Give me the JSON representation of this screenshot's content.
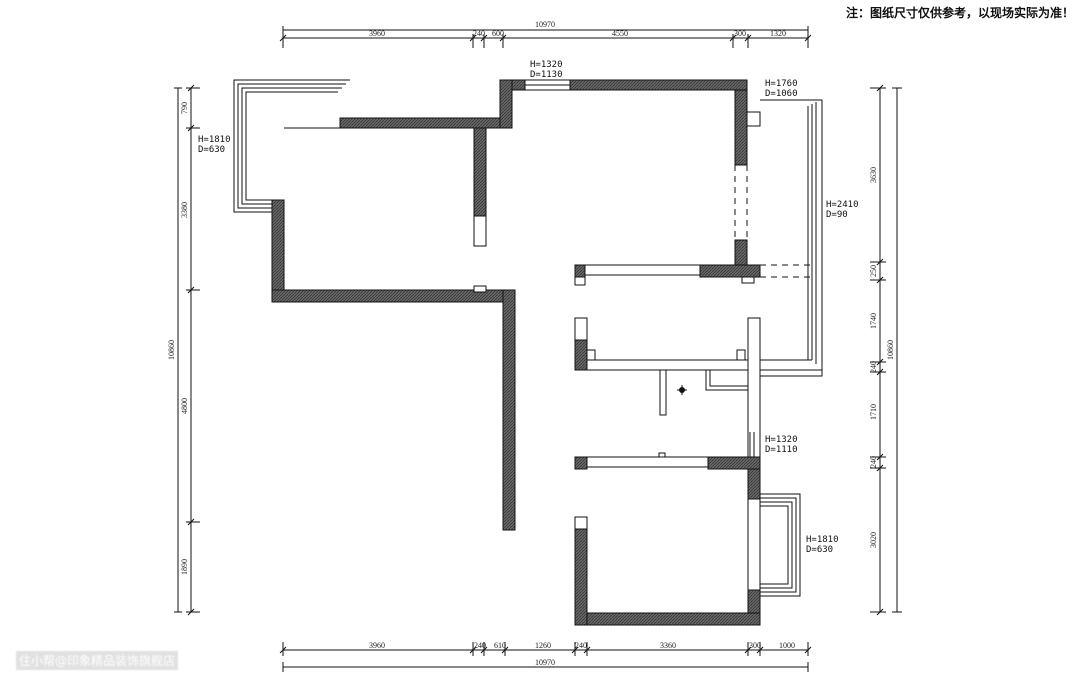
{
  "note": "注：图纸尺寸仅供参考，以现场实际为准！",
  "watermark": "住小帮@印象精品装饰旗舰店",
  "colors": {
    "wall": "#555555",
    "line": "#111111"
  },
  "dimensions": {
    "top_total": "10970",
    "top_segments": [
      "3960",
      "240",
      "600",
      "4550",
      "300",
      "1320"
    ],
    "bottom_segments": [
      "3960",
      "240",
      "610",
      "1260",
      "240",
      "3360",
      "300",
      "1000"
    ],
    "bottom_total": "10970",
    "left_total": "10860",
    "left_segments": [
      "790",
      "3380",
      "4800",
      "1890"
    ],
    "right_total": "10860",
    "right_segments": [
      "3630",
      "250",
      "1740",
      "240",
      "1710",
      "240",
      "3020"
    ]
  },
  "windows": [
    {
      "h": "H=1320",
      "d": "D=1130"
    },
    {
      "h": "H=1760",
      "d": "D=1060"
    },
    {
      "h": "H=1810",
      "d": "D=630"
    },
    {
      "h": "H=2410",
      "d": "D=90"
    },
    {
      "h": "H=1320",
      "d": "D=1110"
    },
    {
      "h": "H=1810",
      "d": "D=630"
    }
  ]
}
